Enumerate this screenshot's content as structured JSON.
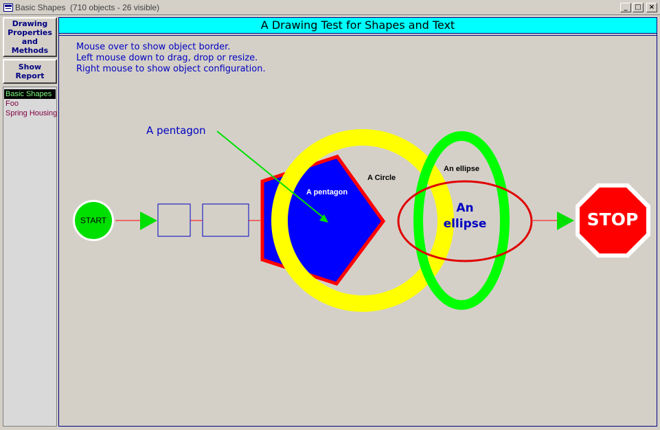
{
  "window": {
    "title": "Basic Shapes  (710 objects - 26 visible)",
    "buttons": {
      "minimize": "_",
      "maximize": "□",
      "close": "×"
    }
  },
  "left_panel": {
    "buttons": [
      {
        "label": "Drawing\nProperties\nand\nMethods"
      },
      {
        "label": "Show\nReport"
      }
    ],
    "list": [
      {
        "label": "Basic Shapes",
        "selected": true
      },
      {
        "label": "Foo",
        "selected": false
      },
      {
        "label": "Spring Housing",
        "selected": false
      }
    ]
  },
  "canvas": {
    "header": "A Drawing Test for Shapes and Text",
    "instructions": [
      "Mouse over to show object border.",
      "Left mouse down to drag, drop or resize.",
      "Right mouse to show object configuration."
    ],
    "labels": {
      "pentagon_callout": "A pentagon",
      "pentagon_inner": "A pentagon",
      "circle": "A Circle",
      "ellipse_small": "An ellipse",
      "ellipse_big_line1": "An",
      "ellipse_big_line2": "ellipse",
      "start": "START",
      "stop": "STOP"
    },
    "colors": {
      "header_bg": "#00ffff",
      "instruction_text": "#0000c0",
      "start_fill": "#00e000",
      "arrow": "#00e000",
      "pentagon_fill": "#0000ff",
      "pentagon_border": "#ff0000",
      "circle_ring": "#ffff00",
      "ellipse_ring": "#00ff00",
      "ellipse_red": "#e00000",
      "stop_fill": "#ff0000"
    }
  }
}
